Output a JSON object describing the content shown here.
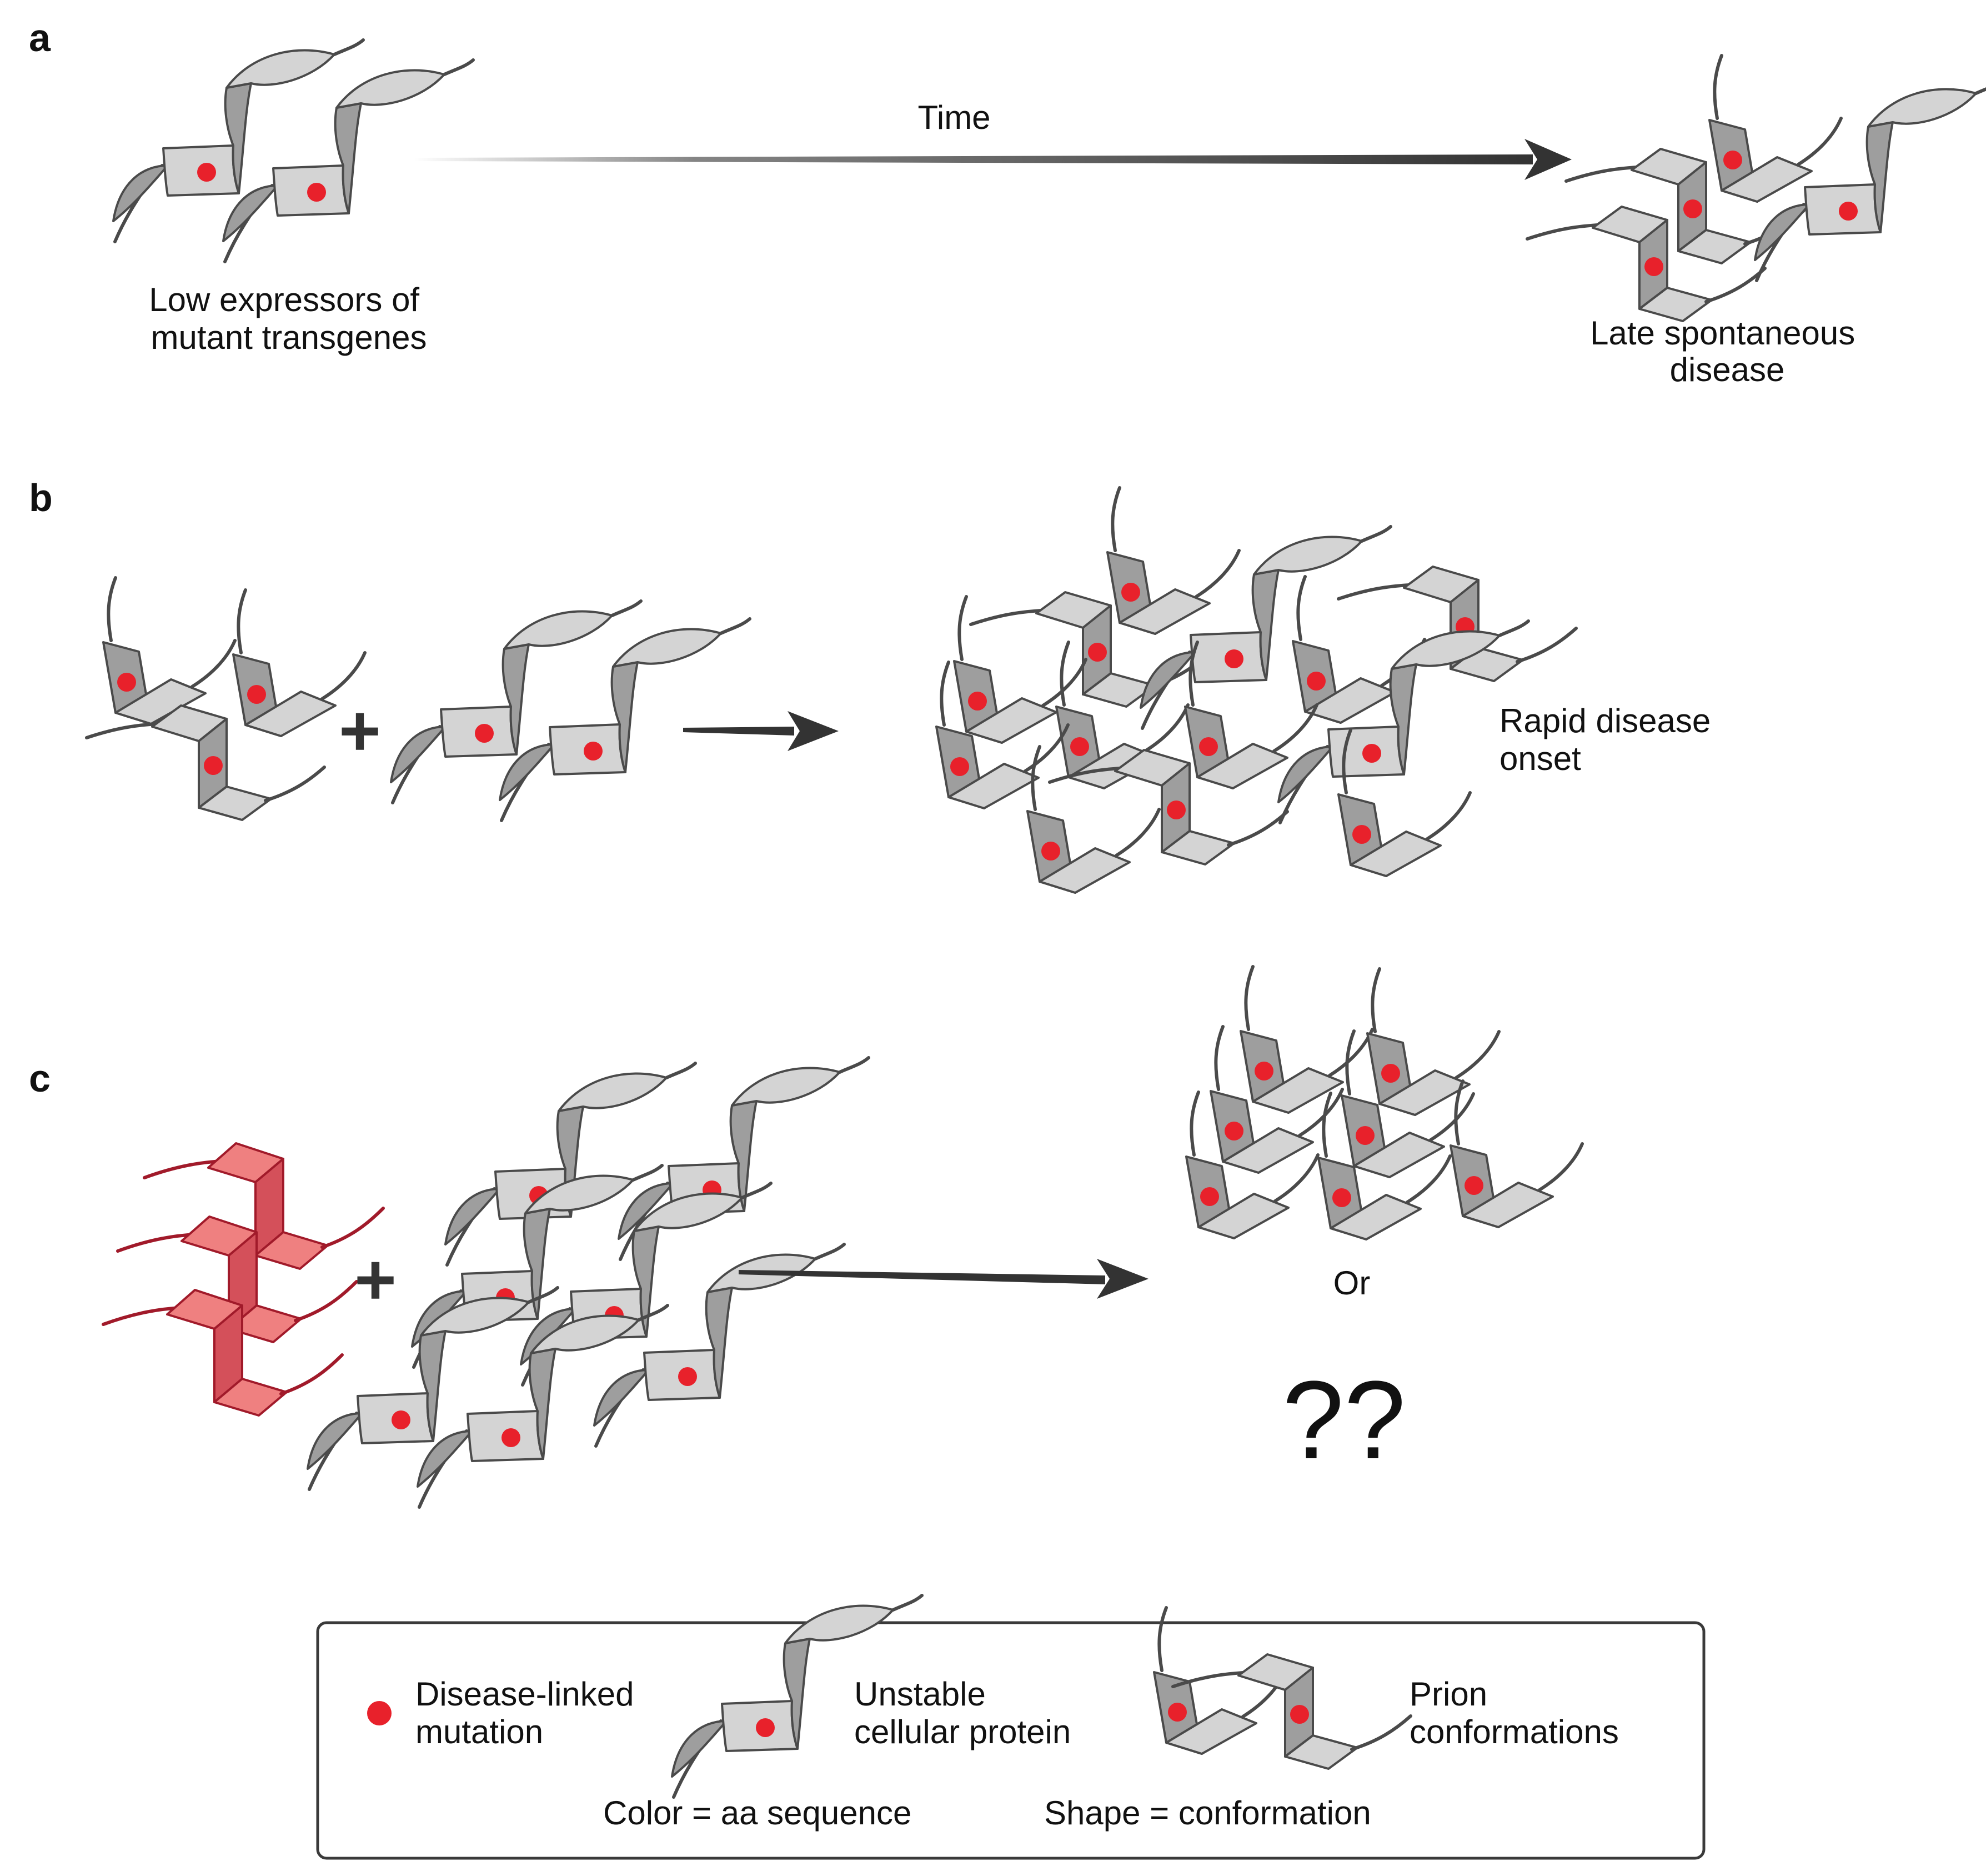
{
  "panels": {
    "a": {
      "label": "a",
      "arrow_label": "Time",
      "left_caption": [
        "Low expressors of",
        "mutant transgenes"
      ],
      "right_caption": [
        "Late spontaneous",
        "disease"
      ]
    },
    "b": {
      "label": "b",
      "plus": "+",
      "right_caption": [
        "Rapid disease",
        "onset"
      ]
    },
    "c": {
      "label": "c",
      "plus": "+",
      "or_label": "Or",
      "unknown_outcome": "??"
    }
  },
  "legend": {
    "items": [
      {
        "icon": "red-dot-icon",
        "lines": [
          "Disease-linked",
          "mutation"
        ]
      },
      {
        "icon": "unstable-protein-icon",
        "lines": [
          "Unstable",
          "cellular protein"
        ]
      },
      {
        "icon": "prion-conformation-icon",
        "lines": [
          "Prion",
          "conformations"
        ]
      }
    ],
    "footnotes": [
      "Color = aa sequence",
      "Shape = conformation"
    ]
  },
  "colors": {
    "mutation_dot": "#e8212b",
    "protein_light": "#d4d4d4",
    "protein_dark": "#9e9e9e",
    "protein_stroke": "#4a4a4a",
    "seed_light": "#ef8080",
    "seed_dark": "#d4505a",
    "seed_stroke": "#a11a2a",
    "arrow": "#333333"
  }
}
